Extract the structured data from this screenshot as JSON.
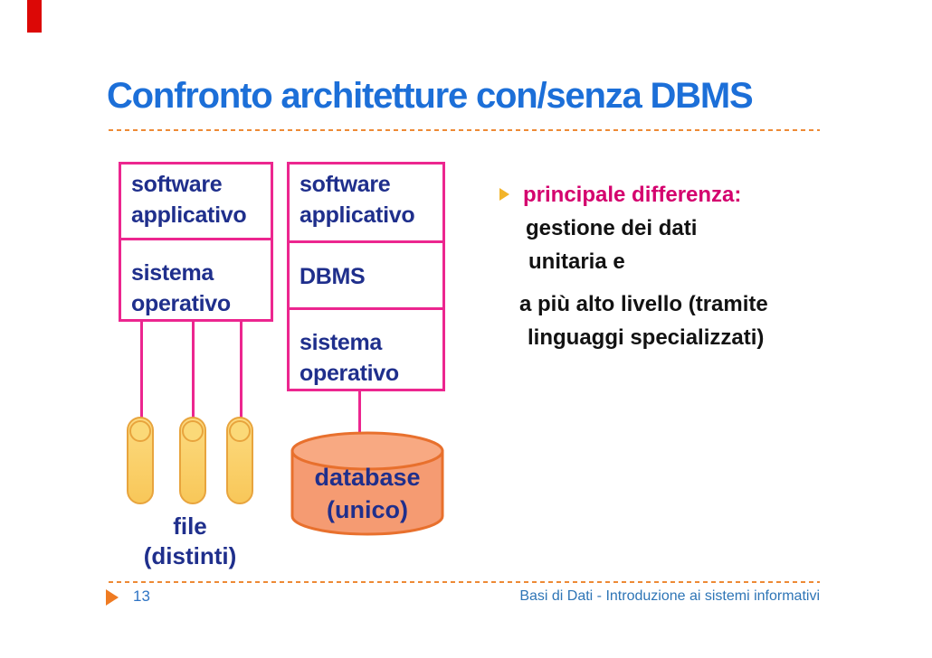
{
  "slide": {
    "title": "Confronto architetture con/senza DBMS",
    "page_number": "13",
    "course_footer": "Basi di Dati - Introduzione ai sistemi informativi"
  },
  "diagram": {
    "no_dbms_stack": {
      "cells": [
        {
          "label": "software applicativo"
        },
        {
          "label": "sistema operativo"
        }
      ]
    },
    "dbms_stack": {
      "cells": [
        {
          "label": "software applicativo"
        },
        {
          "label": "DBMS"
        },
        {
          "label": "sistema operativo"
        }
      ]
    },
    "files_label": {
      "line1": "file",
      "line2": "(distinti)"
    },
    "database_label": {
      "line1": "database",
      "line2": "(unico)"
    }
  },
  "main_point": {
    "heading": "principale differenza:",
    "lines": [
      "gestione dei dati",
      "unitaria e",
      "a più alto livello (tramite",
      "linguaggi specializzati)"
    ]
  },
  "icons": {
    "bullet": "right-triangle",
    "footer_marker": "right-triangle"
  },
  "colors": {
    "title_blue": "#1C6FD8",
    "box_border_magenta": "#EC268F",
    "diagram_text_navy": "#1F2F8C",
    "heading_magenta": "#D4006E",
    "dashed_line_orange": "#EE8A35",
    "file_fill_gold": "#FBD26E",
    "file_border_gold": "#E8A43D",
    "database_fill": "#F59B72",
    "database_border": "#E8702D",
    "footer_blue": "#2E75B6",
    "bullet_gold": "#F2B42A",
    "footer_arrow_orange": "#EF7B22",
    "corner_bar_red": "#DC0806"
  }
}
